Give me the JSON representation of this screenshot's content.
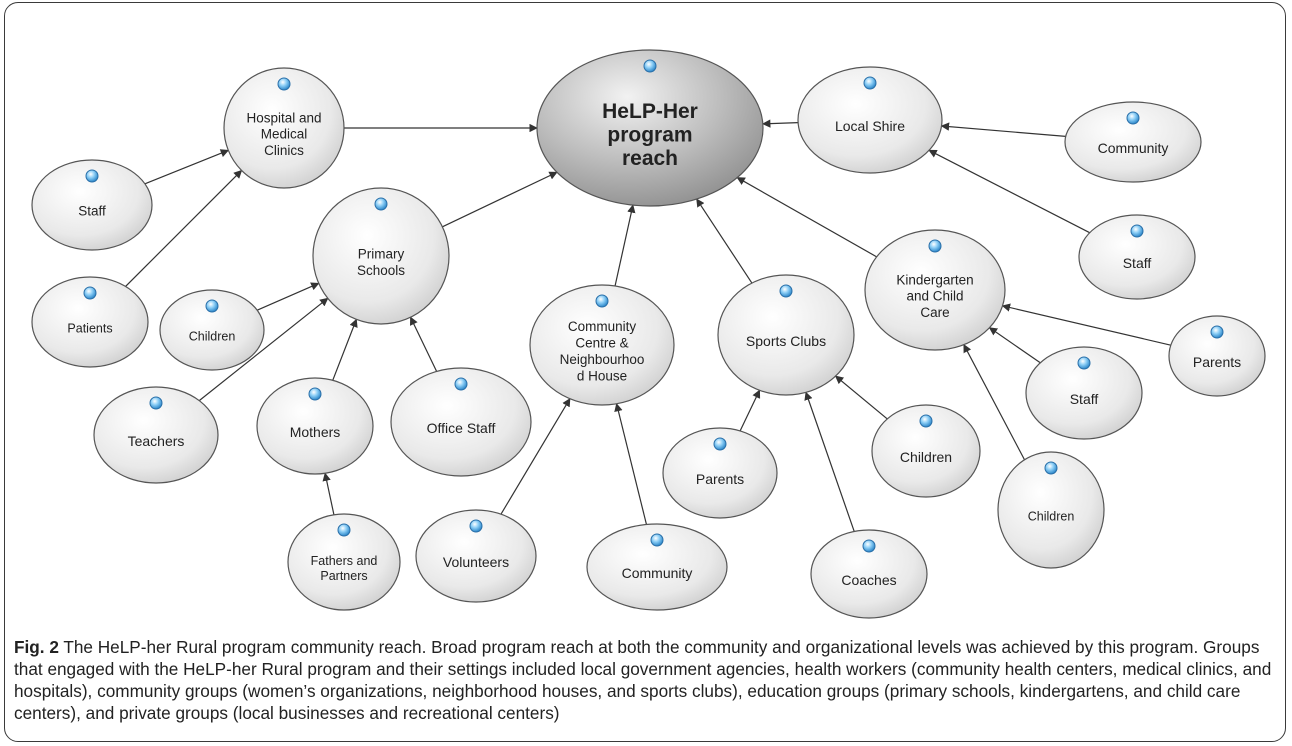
{
  "diagram": {
    "title": "HeLP-Her program reach",
    "nodes": [
      {
        "id": "center",
        "label": "HeLP-Her program reach"
      },
      {
        "id": "hospital",
        "label": "Hospital and Medical Clinics"
      },
      {
        "id": "staff_h",
        "label": "Staff"
      },
      {
        "id": "patients",
        "label": "Patients"
      },
      {
        "id": "primary",
        "label": "Primary Schools"
      },
      {
        "id": "children_p",
        "label": "Children"
      },
      {
        "id": "teachers",
        "label": "Teachers"
      },
      {
        "id": "mothers",
        "label": "Mothers"
      },
      {
        "id": "fathers",
        "label": "Fathers and Partners"
      },
      {
        "id": "office",
        "label": "Office Staff"
      },
      {
        "id": "communitycentre",
        "label": "Community Centre & Neighbourhoo d House"
      },
      {
        "id": "volunteers",
        "label": "Volunteers"
      },
      {
        "id": "community_c",
        "label": "Community"
      },
      {
        "id": "sports",
        "label": "Sports Clubs"
      },
      {
        "id": "parents_s",
        "label": "Parents"
      },
      {
        "id": "children_s",
        "label": "Children"
      },
      {
        "id": "coaches",
        "label": "Coaches"
      },
      {
        "id": "kinder",
        "label": "Kindergarten and Child Care"
      },
      {
        "id": "staff_k",
        "label": "Staff"
      },
      {
        "id": "parents_k",
        "label": "Parents"
      },
      {
        "id": "children_k",
        "label": "Children"
      },
      {
        "id": "shire",
        "label": "Local Shire"
      },
      {
        "id": "community_l",
        "label": "Community"
      },
      {
        "id": "staff_l",
        "label": "Staff"
      }
    ],
    "edges": [
      [
        "hospital",
        "center"
      ],
      [
        "primary",
        "center"
      ],
      [
        "communitycentre",
        "center"
      ],
      [
        "sports",
        "center"
      ],
      [
        "kinder",
        "center"
      ],
      [
        "shire",
        "center"
      ],
      [
        "staff_h",
        "hospital"
      ],
      [
        "patients",
        "hospital"
      ],
      [
        "children_p",
        "primary"
      ],
      [
        "teachers",
        "primary"
      ],
      [
        "mothers",
        "primary"
      ],
      [
        "office",
        "primary"
      ],
      [
        "fathers",
        "mothers"
      ],
      [
        "volunteers",
        "communitycentre"
      ],
      [
        "community_c",
        "communitycentre"
      ],
      [
        "parents_s",
        "sports"
      ],
      [
        "children_s",
        "sports"
      ],
      [
        "coaches",
        "sports"
      ],
      [
        "staff_k",
        "kinder"
      ],
      [
        "parents_k",
        "kinder"
      ],
      [
        "children_k",
        "kinder"
      ],
      [
        "community_l",
        "shire"
      ],
      [
        "staff_l",
        "shire"
      ]
    ]
  },
  "caption": {
    "label": "Fig. 2",
    "text": " The HeLP-her Rural program community reach. Broad program reach at both the community and organizational levels was achieved by this program. Groups that engaged with the HeLP-her Rural program and their settings included local government agencies, health workers (community health centers, medical clinics, and hospitals), community groups (women’s organizations, neighborhood houses, and sports clubs), education groups (primary schools, kindergartens, and child care centers), and private groups (local businesses and recreational centers)"
  },
  "colors": {
    "node_fill": "#e8e8e8",
    "center_fill": "#b8b8b8",
    "dot": "#4aa3df",
    "edge": "#333333"
  }
}
